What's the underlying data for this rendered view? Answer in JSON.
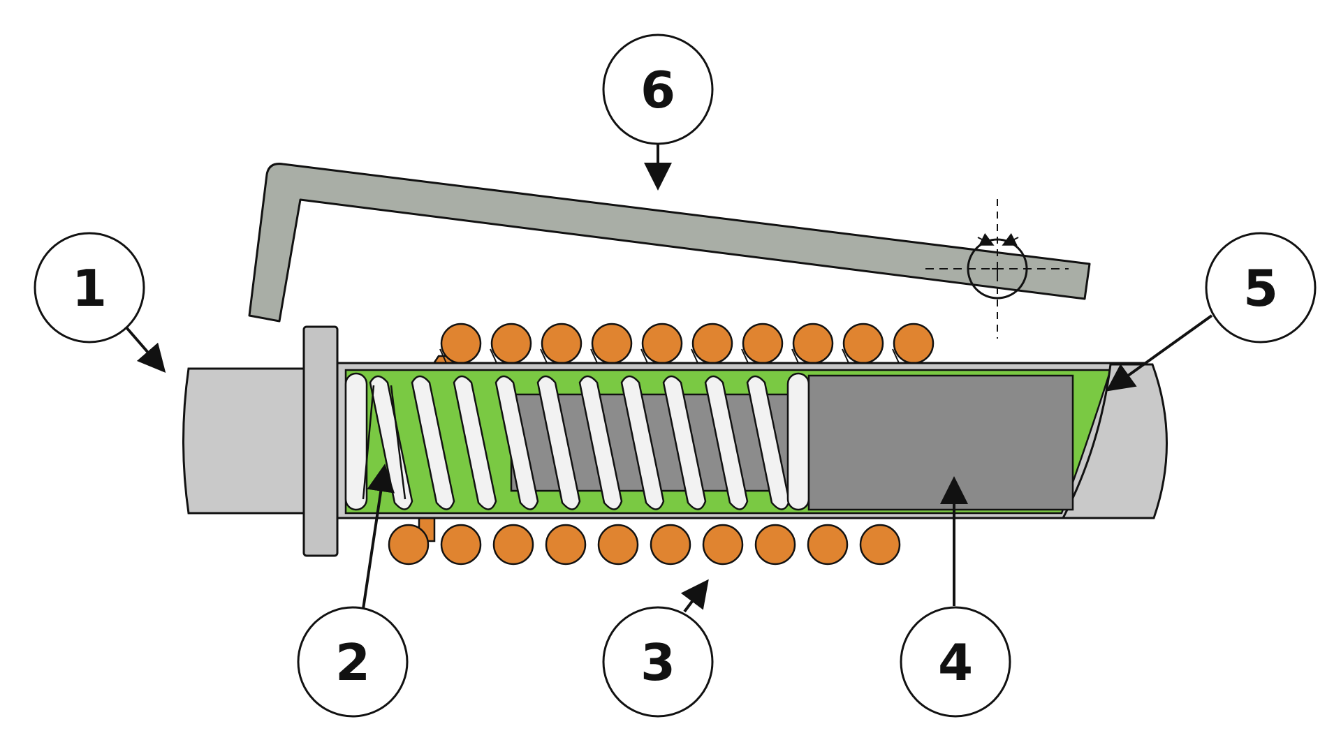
{
  "diagram": {
    "callouts": [
      {
        "id": "1",
        "label": "1"
      },
      {
        "id": "2",
        "label": "2"
      },
      {
        "id": "3",
        "label": "3"
      },
      {
        "id": "4",
        "label": "4"
      },
      {
        "id": "5",
        "label": "5"
      },
      {
        "id": "6",
        "label": "6"
      }
    ]
  },
  "colors": {
    "outline": "#111111",
    "base_tube": "#c9c9c9",
    "flange": "#c4c4c4",
    "fluid": "#7ac943",
    "return_spring": "#f2f2f2",
    "plunger_core": "#8c8c8c",
    "armature": "#8a8a8a",
    "coil": "#e08430",
    "reed": "#a9aea6"
  },
  "icons": [
    "arrow-icon",
    "circle-callout-icon",
    "crosshair-icon"
  ]
}
